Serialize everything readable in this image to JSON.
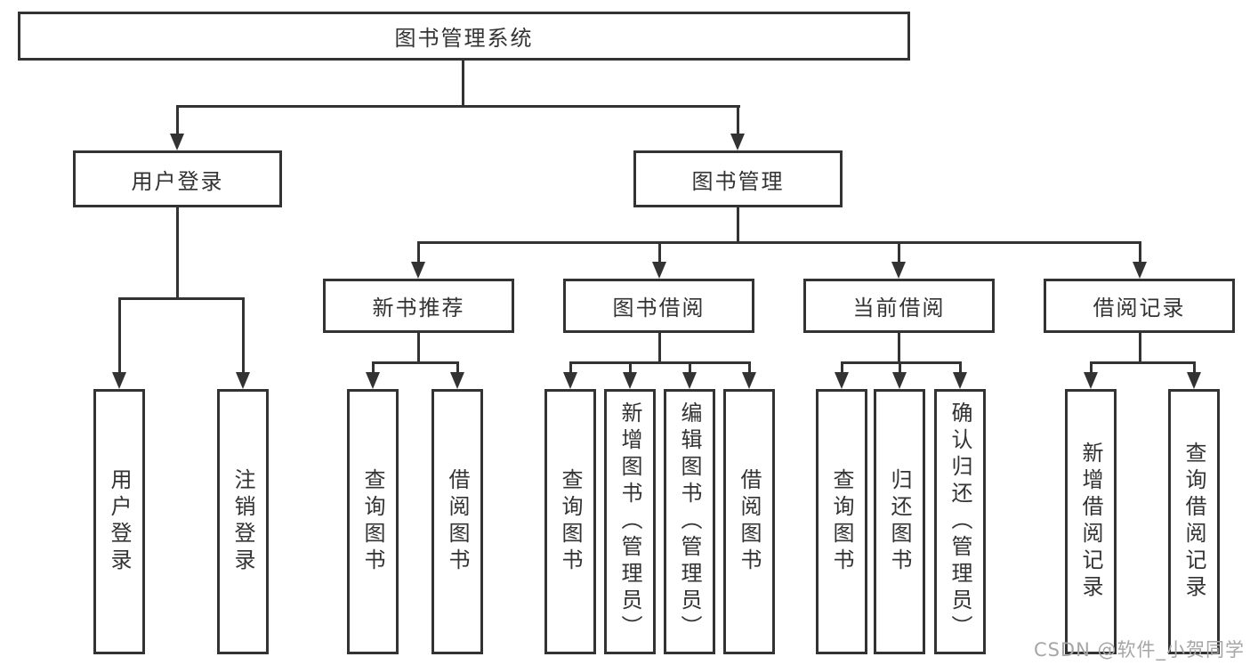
{
  "diagram": {
    "root": {
      "label": "图书管理系统"
    },
    "level1": [
      {
        "label": "用户登录"
      },
      {
        "label": "图书管理"
      }
    ],
    "level2": [
      {
        "label": "新书推荐"
      },
      {
        "label": "图书借阅"
      },
      {
        "label": "当前借阅"
      },
      {
        "label": "借阅记录"
      }
    ],
    "leaves": {
      "user": [
        "用户登录",
        "注销登录"
      ],
      "newbook": [
        "查询图书",
        "借阅图书"
      ],
      "borrow": [
        "查询图书",
        "新增图书（管理员）",
        "编辑图书（管理员）",
        "借阅图书"
      ],
      "current": [
        "查询图书",
        "归还图书",
        "确认归还（管理员）"
      ],
      "records": [
        "新增借阅记录",
        "查询借阅记录"
      ]
    }
  },
  "watermark": {
    "text": "CSDN @软件_小贺同学"
  },
  "colors": {
    "line": "#333333",
    "box_border": "#333333",
    "text": "#333333",
    "watermark": "#a6a6a6",
    "background": "#ffffff"
  }
}
